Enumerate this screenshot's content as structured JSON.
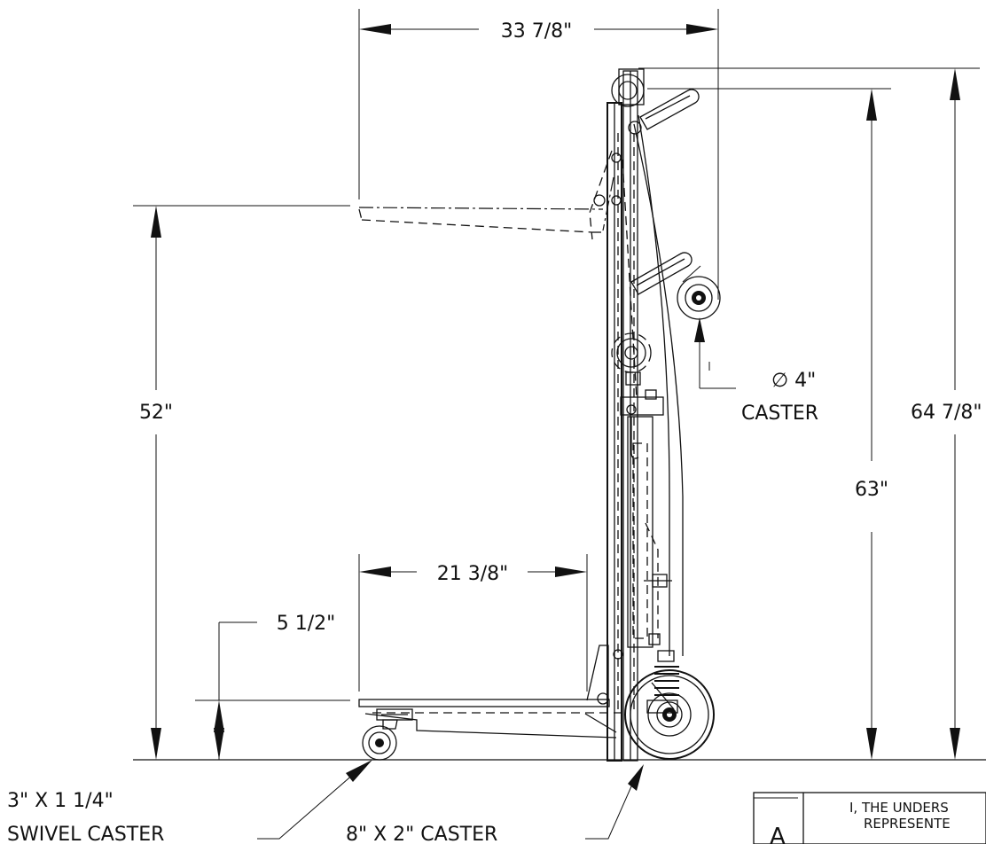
{
  "dimensions": {
    "overall_width": "33 7/8\"",
    "platform_depth": "21 3/8\"",
    "platform_min_height": "5 1/2\"",
    "platform_max_height": "52\"",
    "mast_height": "63\"",
    "overall_height": "64 7/8\""
  },
  "labels": {
    "caster_top_line1": "∅ 4\"",
    "caster_top_line2": "CASTER",
    "swivel_caster_line1": "3\" X 1 1/4\"",
    "swivel_caster_line2": "SWIVEL CASTER",
    "rear_caster": "8\" X 2\" CASTER"
  },
  "title_block": {
    "revision_letter": "A",
    "note_line1": "I, THE UNDERS",
    "note_line2": "REPRESENTE"
  }
}
